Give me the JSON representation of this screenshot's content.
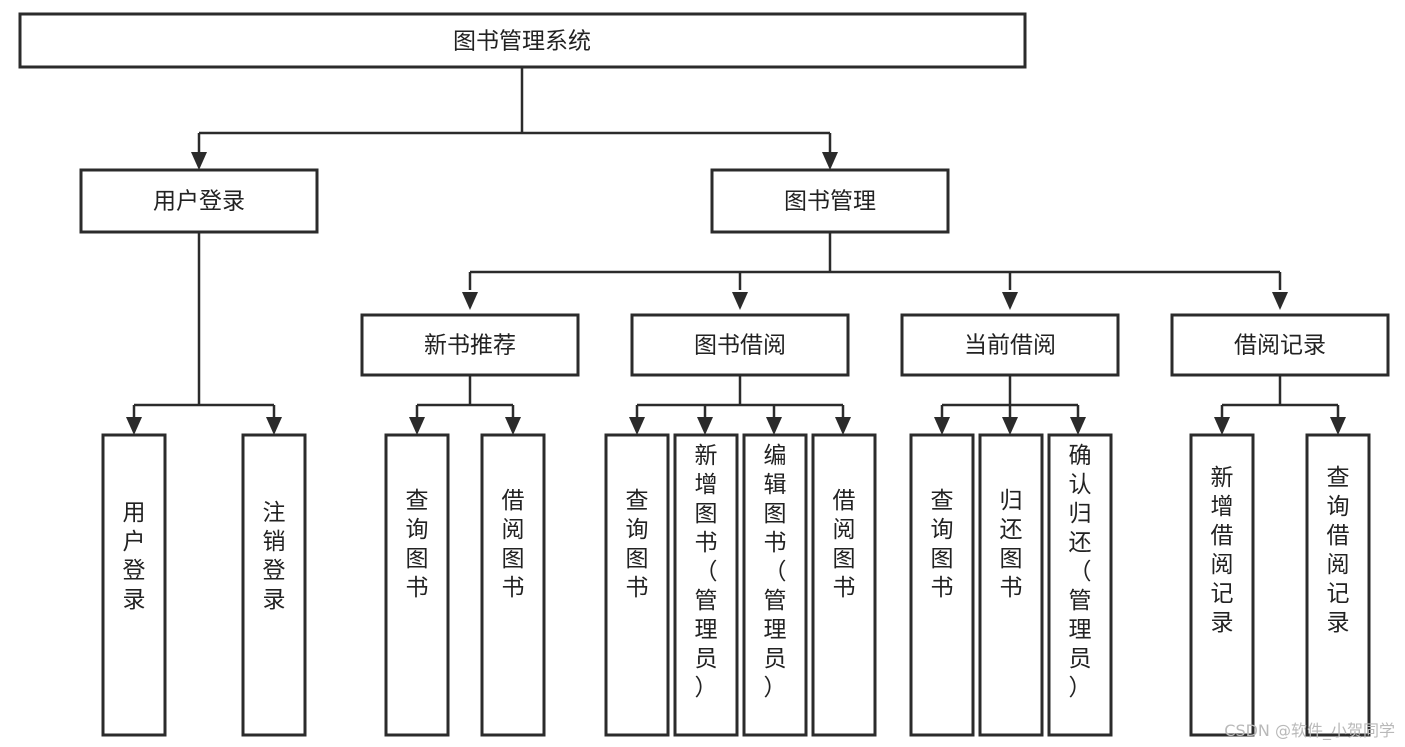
{
  "diagram": {
    "type": "tree",
    "title": "图书管理系统",
    "watermark": "CSDN @软件_小贺同学",
    "colors": {
      "stroke": "#2b2b2b",
      "fill": "#ffffff",
      "text": "#222222",
      "watermark": "#b9b9b9",
      "background": "#ffffff"
    },
    "root": {
      "label": "图书管理系统"
    },
    "level2": [
      {
        "label": "用户登录"
      },
      {
        "label": "图书管理"
      }
    ],
    "level3": [
      {
        "label": "新书推荐"
      },
      {
        "label": "图书借阅"
      },
      {
        "label": "当前借阅"
      },
      {
        "label": "借阅记录"
      }
    ],
    "leaves": {
      "user_login": [
        {
          "label": "用户登录"
        },
        {
          "label": "注销登录"
        }
      ],
      "new_book": [
        {
          "label": "查询图书"
        },
        {
          "label": "借阅图书"
        }
      ],
      "book_borrow": [
        {
          "label": "查询图书"
        },
        {
          "label": "新增图书（管理员）"
        },
        {
          "label": "编辑图书（管理员）"
        },
        {
          "label": "借阅图书"
        }
      ],
      "current_borrow": [
        {
          "label": "查询图书"
        },
        {
          "label": "归还图书"
        },
        {
          "label": "确认归还（管理员）"
        }
      ],
      "borrow_record": [
        {
          "label": "新增借阅记录"
        },
        {
          "label": "查询借阅记录"
        }
      ]
    }
  }
}
